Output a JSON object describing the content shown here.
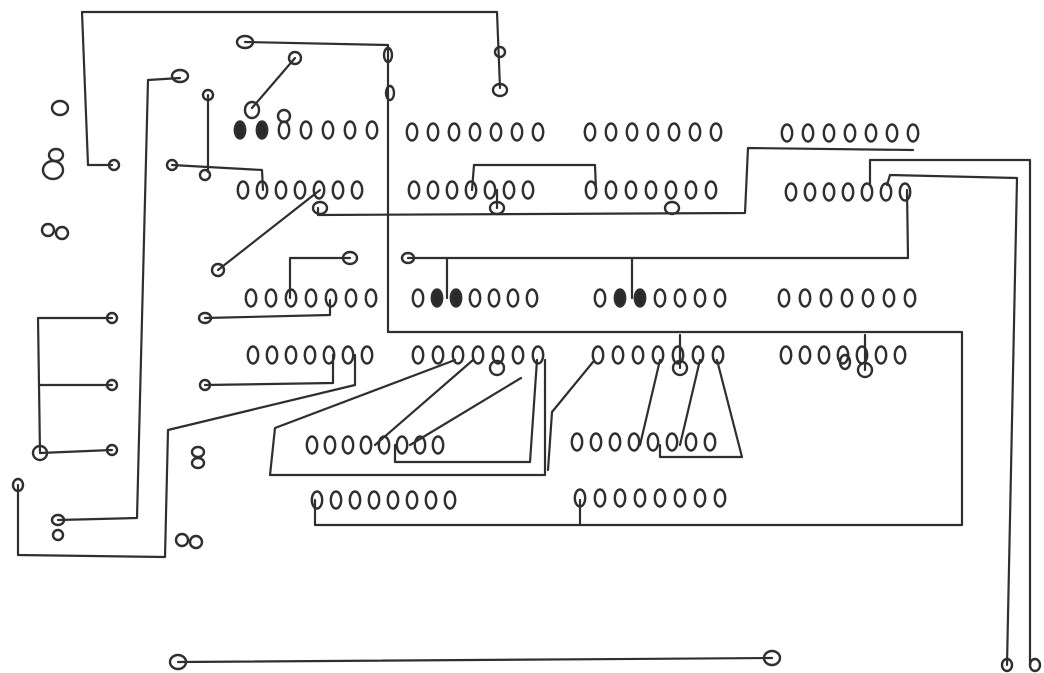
{
  "colors": {
    "background": "#ffffff",
    "ink": "#2f2f2f",
    "filled_pad": "#2a2a2a"
  },
  "component_rows": [
    {
      "id": "row-a1",
      "pins": 7
    },
    {
      "id": "row-a2",
      "pins": 7
    },
    {
      "id": "row-a3",
      "pins": 7
    },
    {
      "id": "row-a4",
      "pins": 7
    },
    {
      "id": "row-b1",
      "pins": 7
    },
    {
      "id": "row-b2",
      "pins": 7
    },
    {
      "id": "row-b3",
      "pins": 7
    },
    {
      "id": "row-b4",
      "pins": 7
    },
    {
      "id": "row-c1",
      "pins": 7
    },
    {
      "id": "row-c2",
      "pins": 7
    },
    {
      "id": "row-c3",
      "pins": 7
    },
    {
      "id": "row-c4",
      "pins": 7
    },
    {
      "id": "row-d1",
      "pins": 7
    },
    {
      "id": "row-d2",
      "pins": 7
    },
    {
      "id": "row-d3",
      "pins": 7
    },
    {
      "id": "row-d4",
      "pins": 7
    },
    {
      "id": "row-e1",
      "pins": 8
    },
    {
      "id": "row-e2",
      "pins": 8
    },
    {
      "id": "row-f1",
      "pins": 8
    },
    {
      "id": "row-f2",
      "pins": 8
    }
  ]
}
